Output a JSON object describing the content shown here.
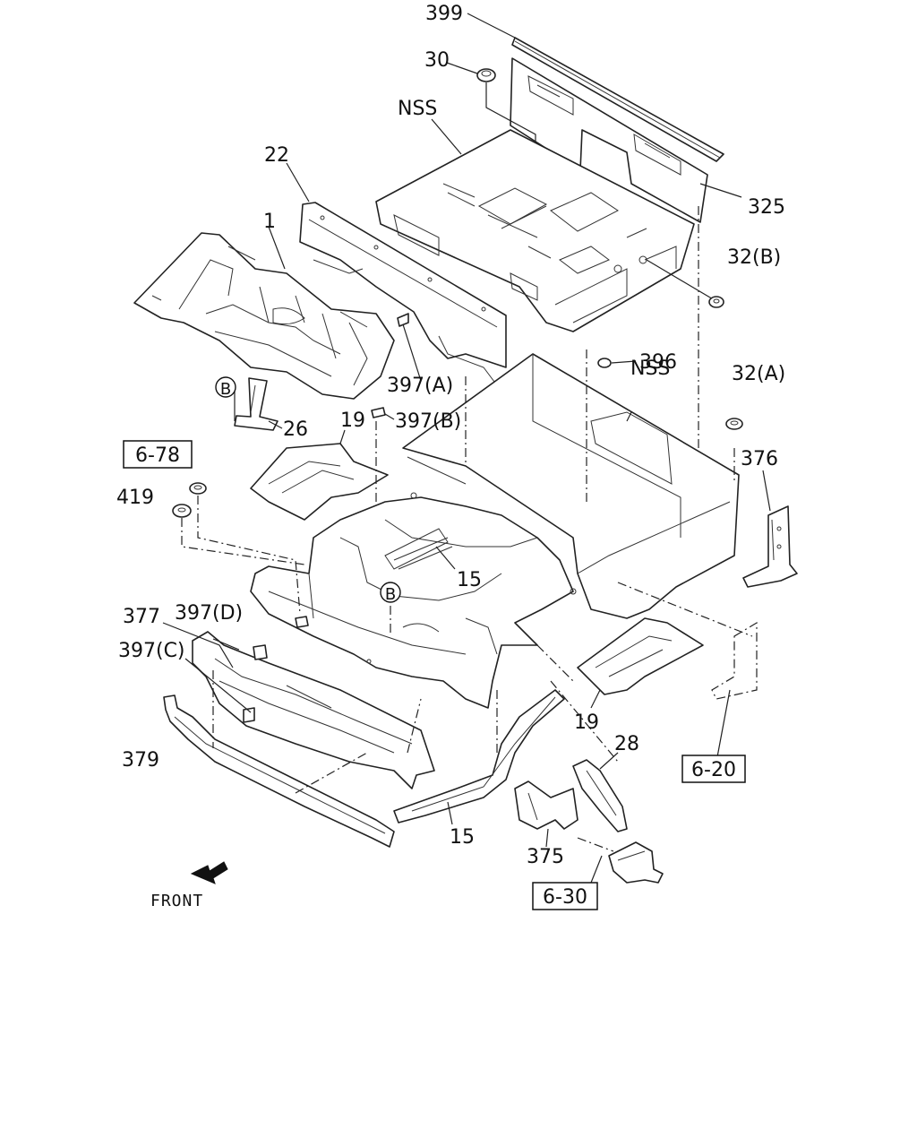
{
  "callouts": {
    "c399": "399",
    "c30": "30",
    "nss_top": "NSS",
    "c22": "22",
    "c325": "325",
    "c1": "1",
    "c32b": "32(B)",
    "c396": "396",
    "nss_mid": "NSS",
    "c32a": "32(A)",
    "c397a": "397(A)",
    "c397b": "397(B)",
    "c26": "26",
    "c19_top": "19",
    "c376": "376",
    "c419": "419",
    "c15_mid": "15",
    "c377": "377",
    "c397d": "397(D)",
    "c397c": "397(C)",
    "c19_bot": "19",
    "c28": "28",
    "c379": "379",
    "c15_bot": "15",
    "c375": "375"
  },
  "circled": {
    "b_left": "B",
    "b_mid": "B"
  },
  "refs": {
    "r678": "6-78",
    "r620": "6-20",
    "r630": "6-30"
  },
  "front_label": "FRONT"
}
